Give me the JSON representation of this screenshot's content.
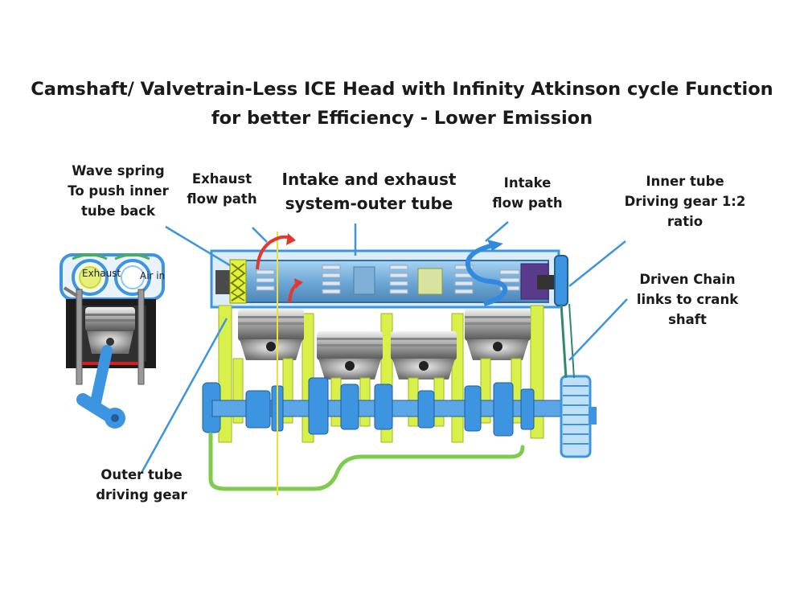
{
  "title": {
    "line1": "Camshaft/ Valvetrain-Less ICE Head with Infinity  Atkinson cycle Function",
    "line2": "for better Efficiency - Lower Emission"
  },
  "labels": {
    "wave_spring": [
      "Wave spring",
      "To push inner",
      "tube back"
    ],
    "exhaust_flow": [
      "Exhaust",
      "flow path"
    ],
    "outer_tube": [
      "Intake and exhaust",
      "system-outer tube"
    ],
    "intake_flow": [
      "Intake",
      "flow path"
    ],
    "inner_gear": [
      "Inner tube",
      "Driving gear  1:2",
      "ratio"
    ],
    "driven_chain": [
      "Driven Chain",
      "links to crank",
      "shaft"
    ],
    "outer_gear": [
      "Outer tube",
      "driving gear"
    ],
    "exhaust_small": "Exhaust",
    "air_in_small": "Air in"
  },
  "colors": {
    "blue": "#3d94e0",
    "light_blue": "#8ec6f0",
    "yellow_green": "#d9f04a",
    "green": "#7fcb4e",
    "red": "#e03a2e",
    "chain": "#2e8a6a"
  }
}
